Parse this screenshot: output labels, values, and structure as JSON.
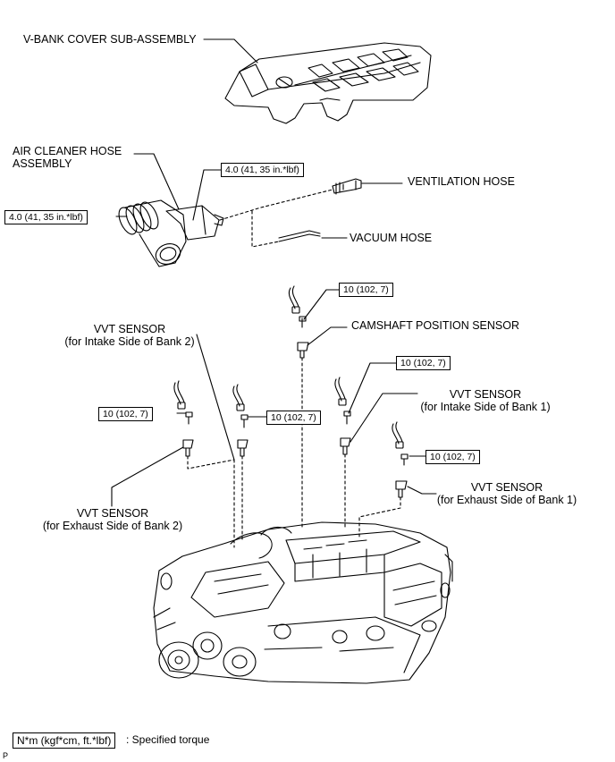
{
  "labels": {
    "v_bank_cover": "V-BANK COVER SUB-ASSEMBLY",
    "air_cleaner_hose_1": "AIR CLEANER HOSE",
    "air_cleaner_hose_2": "ASSEMBLY",
    "ventilation_hose": "VENTILATION HOSE",
    "vacuum_hose": "VACUUM HOSE",
    "camshaft_position_sensor": "CAMSHAFT POSITION SENSOR",
    "vvt_intake_bank2_1": "VVT SENSOR",
    "vvt_intake_bank2_2": "(for Intake Side of Bank 2)",
    "vvt_intake_bank1_1": "VVT SENSOR",
    "vvt_intake_bank1_2": "(for Intake Side of Bank 1)",
    "vvt_exhaust_bank1_1": "VVT SENSOR",
    "vvt_exhaust_bank1_2": "(for Exhaust Side of Bank 1)",
    "vvt_exhaust_bank2_1": "VVT SENSOR",
    "vvt_exhaust_bank2_2": "(for Exhaust Side of Bank 2)"
  },
  "torques": {
    "hose_clamp_right": "4.0 (41, 35 in.*lbf)",
    "hose_clamp_left": "4.0 (41, 35 in.*lbf)",
    "camshaft_sensor": "10 (102, 7)",
    "vvt_intake_bank1": "10 (102, 7)",
    "vvt_intake_bank2_left": "10 (102, 7)",
    "vvt_intake_bank2_right": "10 (102, 7)",
    "vvt_exhaust_bank1": "10 (102, 7)"
  },
  "legend": {
    "unit_box": "N*m (kgf*cm, ft.*lbf)",
    "description": ": Specified torque"
  },
  "corner_mark": "P"
}
